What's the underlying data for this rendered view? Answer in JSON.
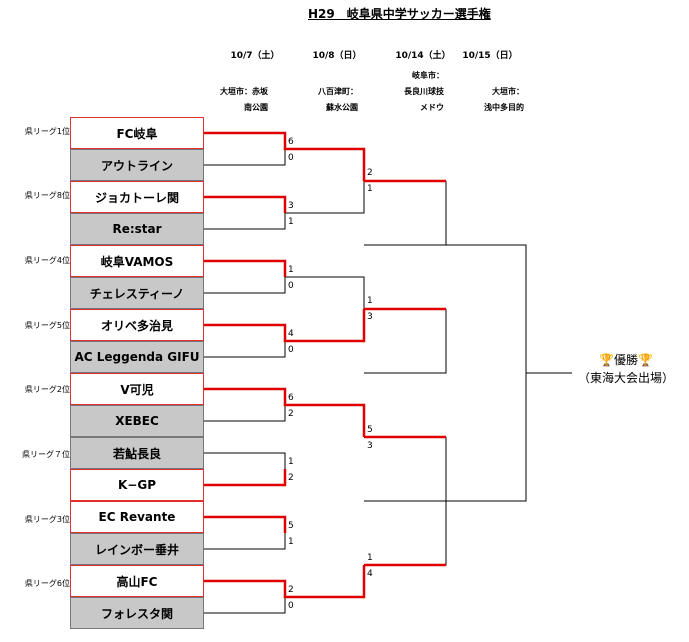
{
  "title": "H29　岐阜県中学サッカー選手権",
  "dates": [
    "10/7（土）",
    "10/8（日）",
    "10/14（土）",
    "10/15（日）"
  ],
  "venues": [
    "大垣市：赤坂\n南公園",
    "八百津町：\n蘇水公園",
    "岐阜市：\n長良川球技\nメドウ",
    "大垣市：\n浅中多目的"
  ],
  "seeds": [
    "県リーグ1位",
    "県リーグ8位",
    "県リーグ4位",
    "県リーグ5位",
    "県リーグ2位",
    "県リーグ７位",
    "県リーグ3位",
    "県リーグ6位"
  ],
  "teams": [
    "FC岐阜",
    "アウトライン",
    "ジョカトーレ関",
    "Re:star",
    "岐阜VAMOS",
    "チェレスティーノ",
    "オリベ多治見",
    "AC Leggenda GIFU",
    "V可児",
    "XEBEC",
    "若鮎長良",
    "K−GP",
    "EC Revante",
    "レインボー垂井",
    "高山FC",
    "フォレスタ関"
  ],
  "round1_scores": [
    [
      "6",
      "0"
    ],
    [
      "3",
      "1"
    ],
    [
      "1",
      "0"
    ],
    [
      "4",
      "0"
    ],
    [
      "6",
      "2"
    ],
    [
      "1",
      "2"
    ],
    [
      "5",
      "1"
    ],
    [
      "2",
      "0"
    ]
  ],
  "round2_scores": [
    [
      "2",
      "1"
    ],
    [
      "1",
      "3"
    ],
    [
      "5",
      "3"
    ],
    [
      "1",
      "4"
    ]
  ],
  "winner": {
    "line1": "優勝",
    "line2": "（東海大会出場）",
    "icon": "trophy-icon"
  },
  "colors": {
    "advance_line": "#e00000",
    "bracket_line": "#000000",
    "loser_cell": "#c8c8c8"
  }
}
